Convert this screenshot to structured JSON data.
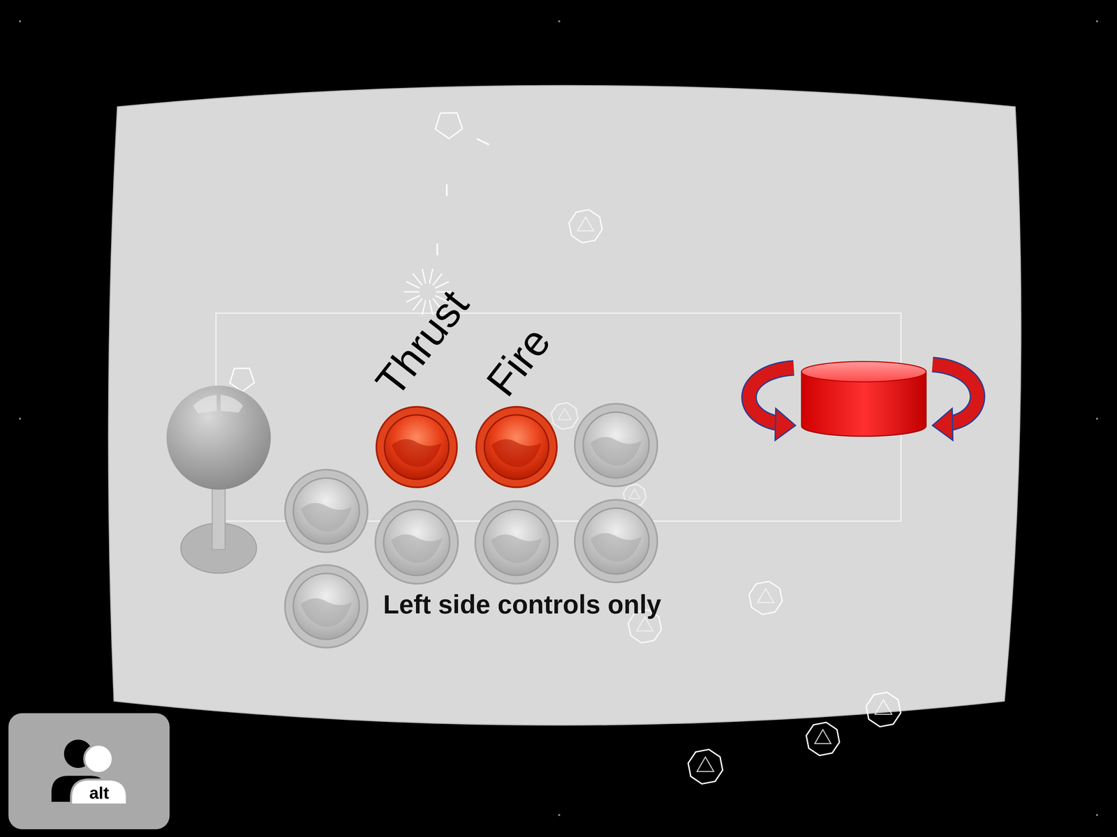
{
  "diagram": {
    "nodes": [
      {
        "text": [
          "Thrust"
        ]
      },
      {
        "text": [
          "Fire"
        ]
      },
      {
        "text": [
          "alt"
        ]
      }
    ],
    "labels": [
      "Left side controls only"
    ]
  }
}
